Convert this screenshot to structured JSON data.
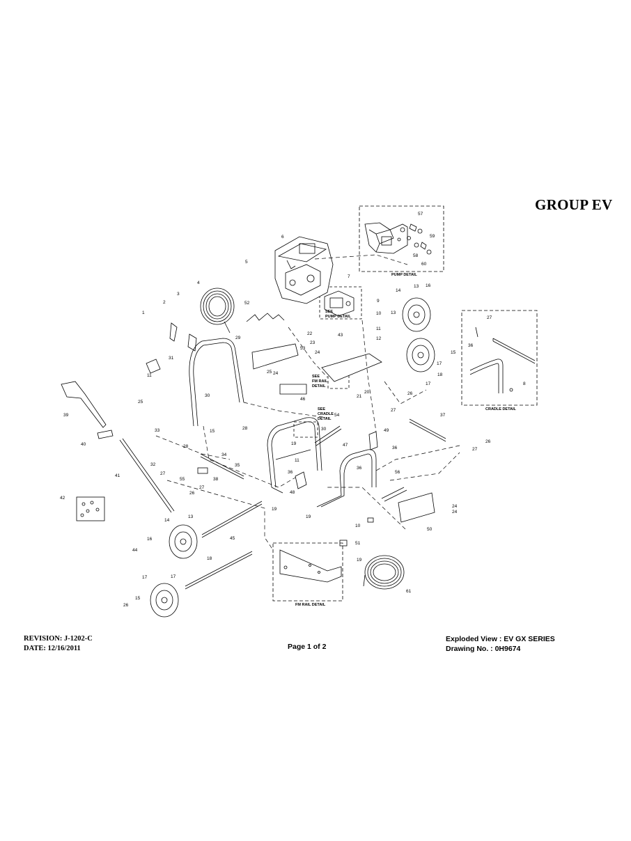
{
  "header": {
    "group_title": "GROUP EV"
  },
  "footer": {
    "revision": "REVISION: J-1202-C",
    "date": "DATE: 12/16/2011",
    "page": "Page 1 of 2",
    "view_label": "Exploded View :  EV GX SERIES",
    "drawing_label": "Drawing No. :  0H9674"
  },
  "detail_boxes": {
    "pump": "PUMP DETAIL",
    "cradle": "CRADLE DETAIL",
    "fm_rail": "FM RAIL DETAIL"
  },
  "see_notes": {
    "pump_1": "SEE",
    "pump_2": "PUMP DETAIL",
    "fm_1": "SEE",
    "fm_2": "FM RAIL",
    "fm_3": "DETAIL",
    "cradle_1": "SEE",
    "cradle_2": "CRADLE",
    "cradle_3": "DETAIL"
  },
  "callouts": [
    "57",
    "59",
    "58",
    "60",
    "6",
    "5",
    "7",
    "10",
    "9",
    "11",
    "12",
    "14",
    "13",
    "16",
    "13",
    "17",
    "15",
    "18",
    "17",
    "4",
    "3",
    "2",
    "1",
    "52",
    "22",
    "23",
    "24",
    "29",
    "24",
    "53",
    "31",
    "11",
    "25",
    "30",
    "15",
    "28",
    "25",
    "21",
    "20",
    "26",
    "27",
    "37",
    "26",
    "27",
    "46",
    "30",
    "54",
    "28",
    "33",
    "32",
    "27",
    "19",
    "34",
    "35",
    "11",
    "36",
    "49",
    "36",
    "47",
    "36",
    "38",
    "55",
    "26",
    "27",
    "48",
    "56",
    "24",
    "50",
    "19",
    "10",
    "24",
    "19",
    "51",
    "19",
    "61",
    "39",
    "40",
    "41",
    "42",
    "14",
    "13",
    "16",
    "45",
    "44",
    "18",
    "17",
    "17",
    "15",
    "26",
    "27",
    "36",
    "8",
    "43"
  ]
}
